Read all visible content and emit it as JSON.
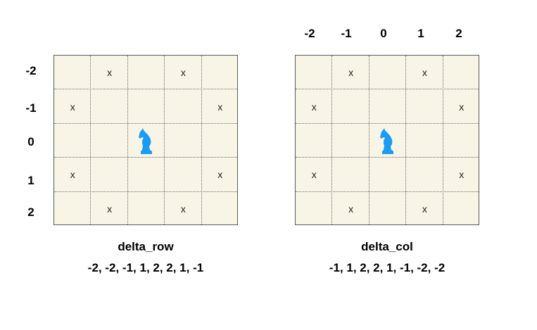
{
  "row_labels": [
    "-2",
    "-1",
    "0",
    "1",
    "2"
  ],
  "col_labels": [
    "-2",
    "-1",
    "0",
    "1",
    "2"
  ],
  "mark_symbol": "x",
  "knight_color": "#1a9cf3",
  "board_color": "#f8f5e7",
  "knight_position": {
    "row": 0,
    "col": 0
  },
  "knight_moves": [
    {
      "dr": -2,
      "dc": -1
    },
    {
      "dr": -2,
      "dc": 1
    },
    {
      "dr": -1,
      "dc": 2
    },
    {
      "dr": 1,
      "dc": 2
    },
    {
      "dr": 2,
      "dc": 1
    },
    {
      "dr": 2,
      "dc": -1
    },
    {
      "dr": 1,
      "dc": -2
    },
    {
      "dr": -1,
      "dc": -2
    }
  ],
  "left_caption": {
    "title": "delta_row",
    "values": "-2, -2, -1, 1, 2, 2, 1, -1"
  },
  "right_caption": {
    "title": "delta_col",
    "values": "-1, 1, 2, 2, 1, -1, -2, -2"
  }
}
